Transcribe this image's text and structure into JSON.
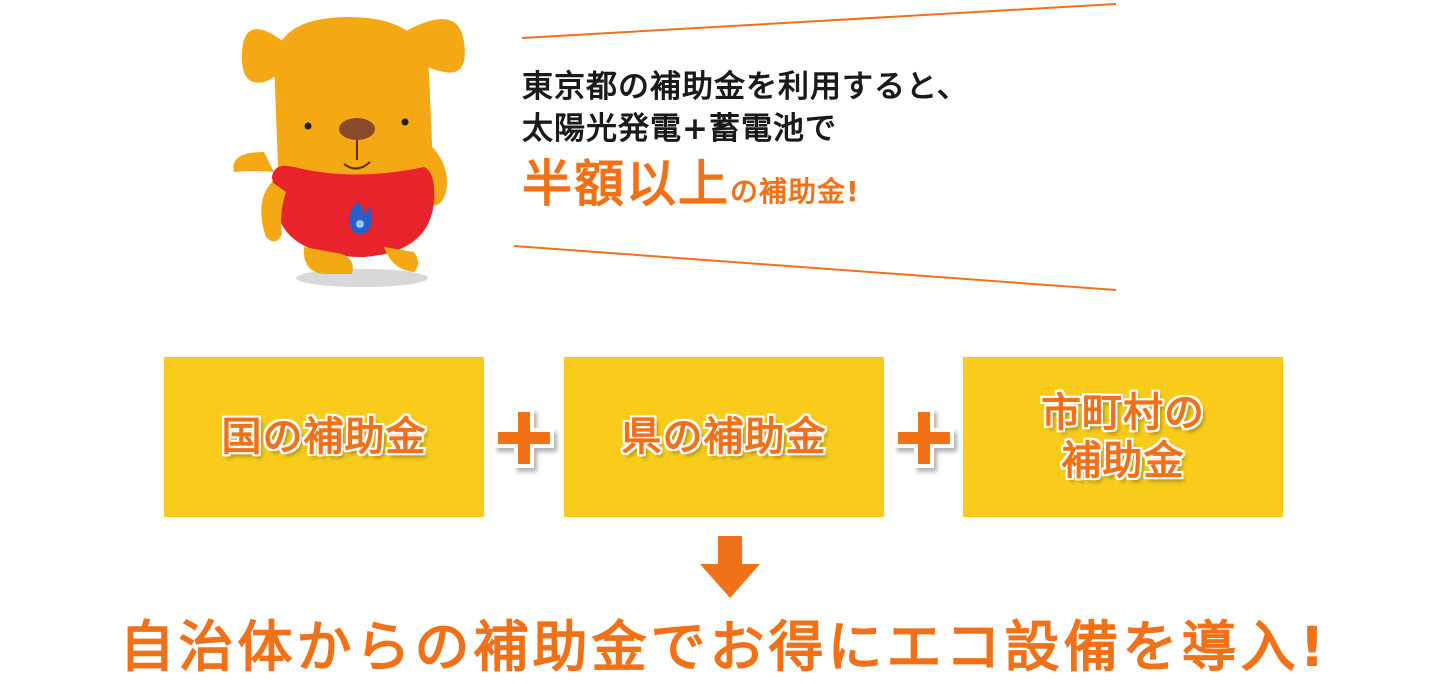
{
  "speech": {
    "line1": "東京都の補助金を利用すると、",
    "line2": "太陽光発電+蓄電池で",
    "highlight_big": "半額以上",
    "highlight_small": "の補助金!"
  },
  "boxes": [
    {
      "label": "国の補助金"
    },
    {
      "label": "県の補助金"
    },
    {
      "label": "市町村の\n補助金"
    }
  ],
  "plus_symbol": "+",
  "bottom": {
    "text": "自治体からの補助金でお得にエコ設備を導入!"
  },
  "colors": {
    "accent_orange": "#f07118",
    "box_yellow": "#f9cc1c",
    "mascot_body": "#f4a814",
    "mascot_shirt": "#e8232b",
    "text_dark": "#1a1a1a"
  },
  "icons": {
    "mascot": "dog-mascot-icon",
    "plus": "plus-icon",
    "arrow": "arrow-down-icon",
    "flame": "flame-icon"
  }
}
